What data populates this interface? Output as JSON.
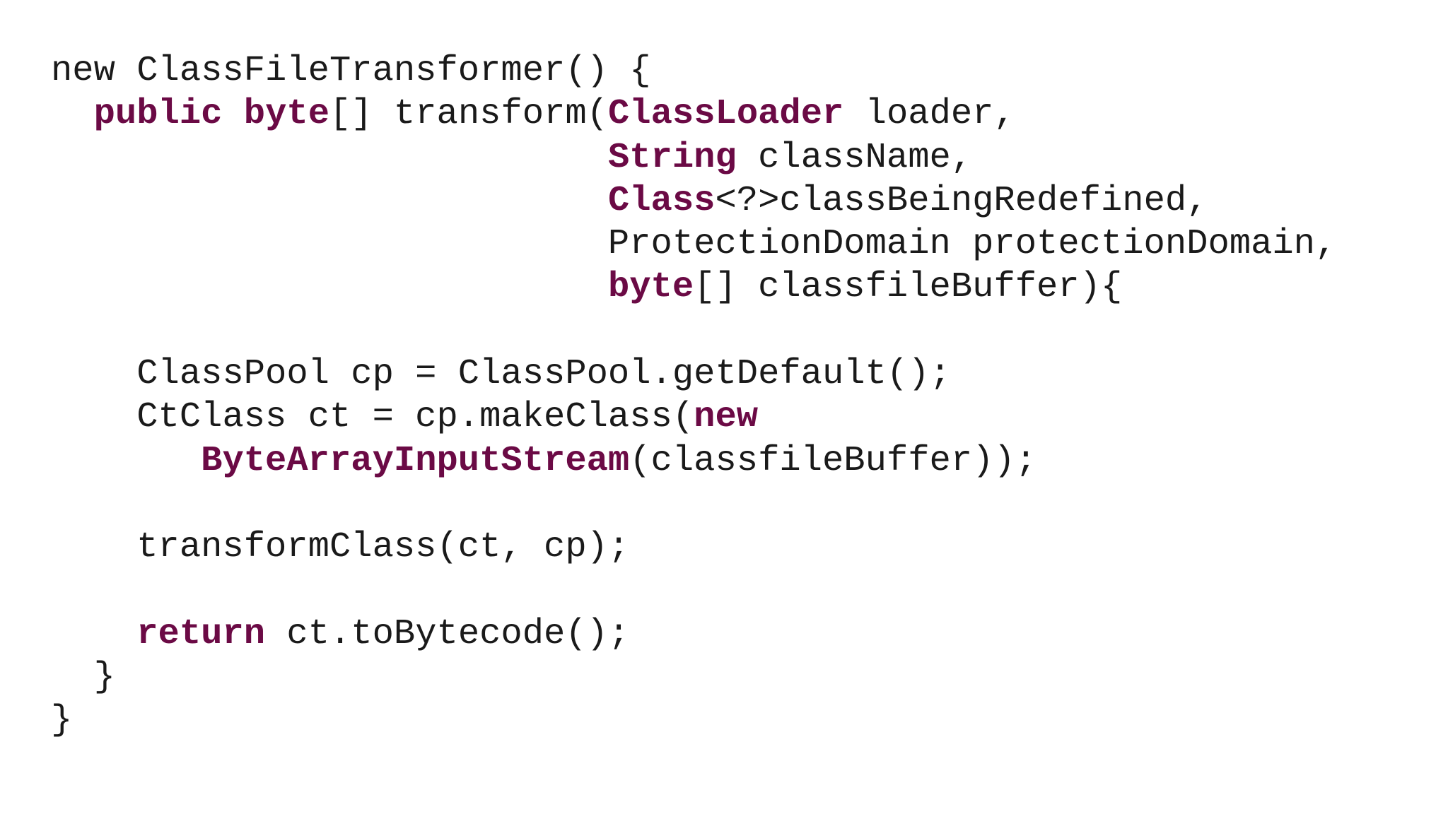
{
  "colors": {
    "background": "#ffffff",
    "text": "#1a1a1a",
    "keyword": "#6b0a45"
  },
  "code": {
    "lines": [
      {
        "segments": [
          {
            "text": "new ClassFileTransformer() {",
            "kw": false
          }
        ]
      },
      {
        "segments": [
          {
            "text": "  ",
            "kw": false
          },
          {
            "text": "public",
            "kw": true
          },
          {
            "text": " ",
            "kw": false
          },
          {
            "text": "byte",
            "kw": true
          },
          {
            "text": "[] transform(",
            "kw": false
          },
          {
            "text": "ClassLoader",
            "kw": true
          },
          {
            "text": " loader,",
            "kw": false
          }
        ]
      },
      {
        "segments": [
          {
            "text": "                          ",
            "kw": false
          },
          {
            "text": "String",
            "kw": true
          },
          {
            "text": " className,",
            "kw": false
          }
        ]
      },
      {
        "segments": [
          {
            "text": "                          ",
            "kw": false
          },
          {
            "text": "Class",
            "kw": true
          },
          {
            "text": "<?>classBeingRedefined,",
            "kw": false
          }
        ]
      },
      {
        "segments": [
          {
            "text": "                          ProtectionDomain protectionDomain,",
            "kw": false
          }
        ]
      },
      {
        "segments": [
          {
            "text": "                          ",
            "kw": false
          },
          {
            "text": "byte",
            "kw": true
          },
          {
            "text": "[] classfileBuffer){",
            "kw": false
          }
        ]
      },
      {
        "segments": [
          {
            "text": "",
            "kw": false
          }
        ]
      },
      {
        "segments": [
          {
            "text": "    ClassPool cp = ClassPool.getDefault();",
            "kw": false
          }
        ]
      },
      {
        "segments": [
          {
            "text": "    CtClass ct = cp.makeClass(",
            "kw": false
          },
          {
            "text": "new",
            "kw": true
          }
        ]
      },
      {
        "segments": [
          {
            "text": "       ",
            "kw": false
          },
          {
            "text": "ByteArrayInputStream",
            "kw": true
          },
          {
            "text": "(classfileBuffer));",
            "kw": false
          }
        ]
      },
      {
        "segments": [
          {
            "text": "",
            "kw": false
          }
        ]
      },
      {
        "segments": [
          {
            "text": "    transformClass(ct, cp);",
            "kw": false
          }
        ]
      },
      {
        "segments": [
          {
            "text": "",
            "kw": false
          }
        ]
      },
      {
        "segments": [
          {
            "text": "    ",
            "kw": false
          },
          {
            "text": "return",
            "kw": true
          },
          {
            "text": " ct.toBytecode();",
            "kw": false
          }
        ]
      },
      {
        "segments": [
          {
            "text": "  }",
            "kw": false
          }
        ]
      },
      {
        "segments": [
          {
            "text": "}",
            "kw": false
          }
        ]
      }
    ]
  }
}
